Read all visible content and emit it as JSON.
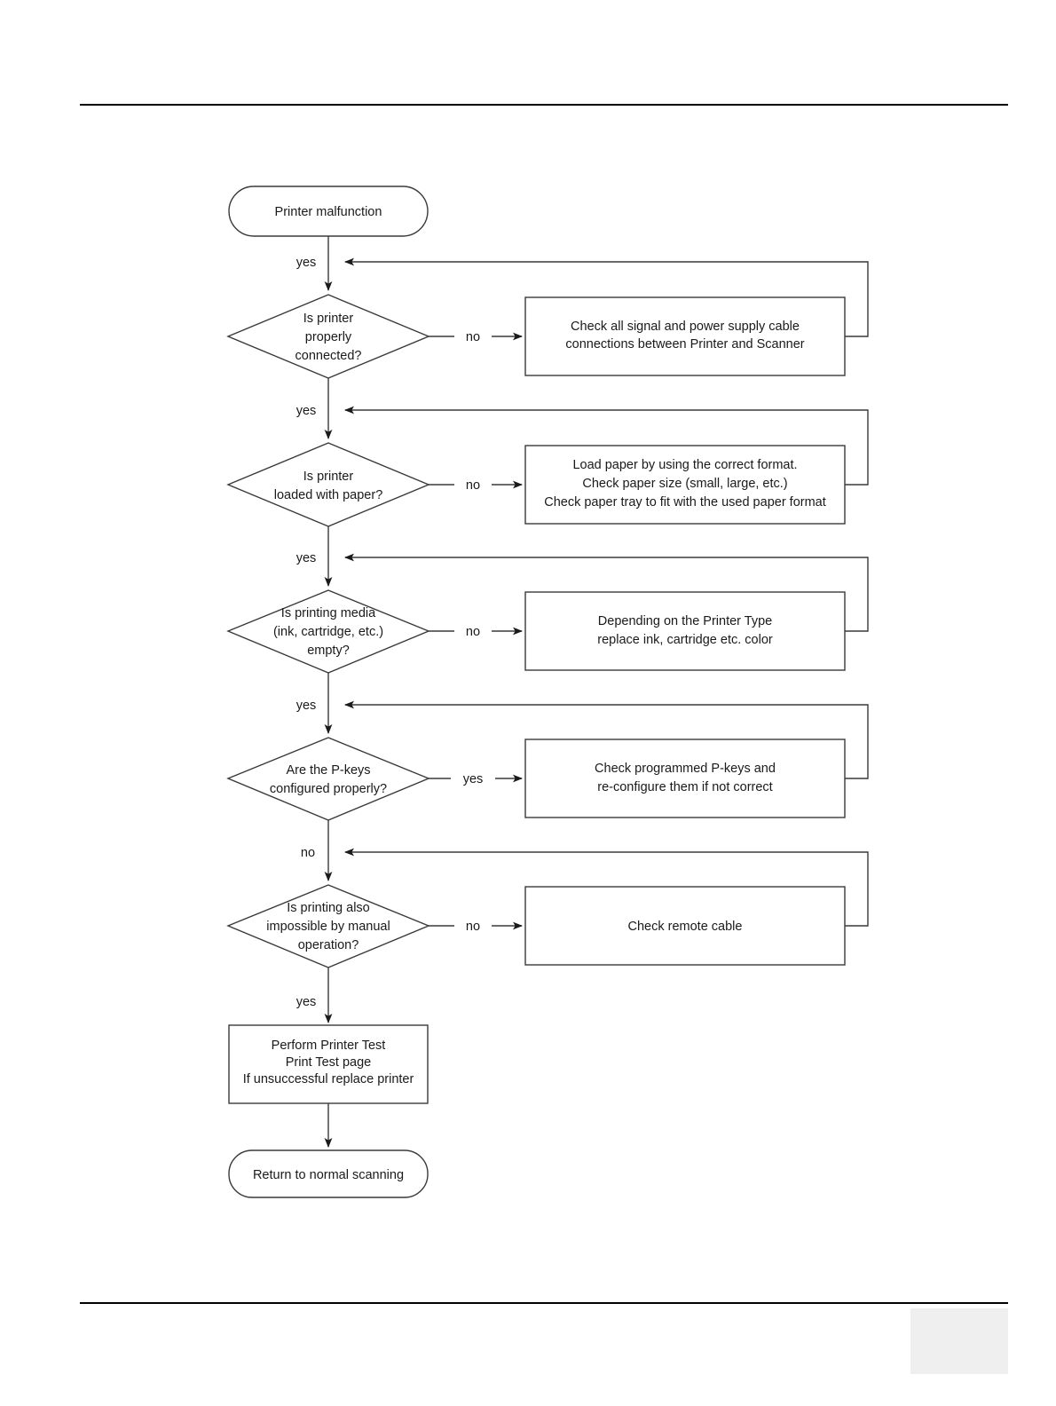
{
  "page": {
    "title": "Printer malfunction troubleshooting flowchart",
    "header_rule": true,
    "footer_rule": true,
    "footer_placeholder": ""
  },
  "chart_data": {
    "type": "diagram",
    "diagram_type": "flowchart",
    "title": "Printer malfunction"
  },
  "flow": {
    "start": {
      "label": "Printer malfunction",
      "shape": "terminator"
    },
    "end": {
      "label": "Return to normal scanning",
      "shape": "terminator"
    },
    "final_process": {
      "lines": [
        "Perform Printer Test",
        "Print Test page",
        "If unsuccessful replace printer"
      ],
      "shape": "process"
    },
    "steps": [
      {
        "id": "connected",
        "incoming_label": "yes",
        "decision_lines": [
          "Is printer",
          "properly",
          "connected?"
        ],
        "branch_label": "no",
        "action_lines": [
          "Check all signal and power supply cable",
          "connections between Printer and Scanner"
        ]
      },
      {
        "id": "paper",
        "incoming_label": "yes",
        "decision_lines": [
          "Is printer",
          "loaded with paper?"
        ],
        "branch_label": "no",
        "action_lines": [
          "Load paper by using the correct format.",
          "Check paper size (small, large, etc.)",
          "Check paper tray to fit with the used paper format"
        ]
      },
      {
        "id": "media",
        "incoming_label": "yes",
        "decision_lines": [
          "Is printing media",
          "(ink, cartridge, etc.)",
          "empty?"
        ],
        "branch_label": "no",
        "action_lines": [
          "Depending on the Printer Type",
          "replace ink, cartridge etc. color"
        ]
      },
      {
        "id": "pkeys",
        "incoming_label": "yes",
        "decision_lines": [
          "Are the P-keys",
          "configured properly?"
        ],
        "branch_label": "yes",
        "action_lines": [
          "Check programmed P-keys and",
          "re-configure them if not correct"
        ]
      },
      {
        "id": "manual",
        "incoming_label": "no",
        "decision_lines": [
          "Is printing also",
          "impossible by manual",
          "operation?"
        ],
        "branch_label": "no",
        "action_lines": [
          "Check remote cable"
        ]
      }
    ],
    "final_incoming_label": "yes",
    "colors": {
      "stroke": "#3a3a3a",
      "text": "#1a1a1a",
      "fill": "#ffffff",
      "rule": "#000000",
      "footer_box": "#efefef"
    }
  }
}
